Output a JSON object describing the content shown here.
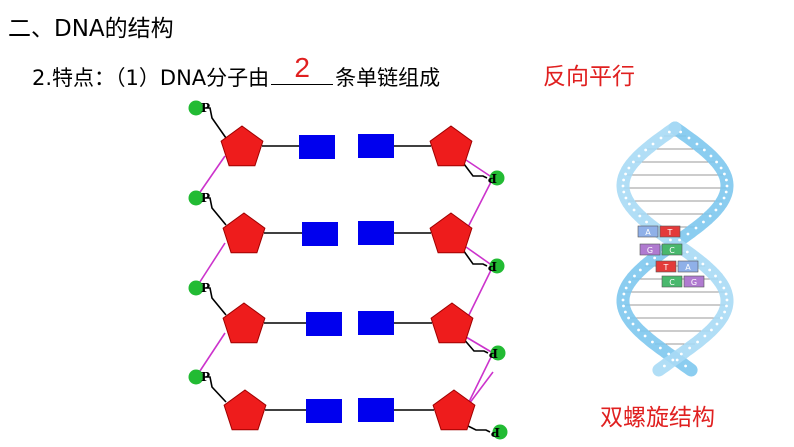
{
  "section": {
    "title": "二、DNA的结构"
  },
  "point": {
    "prefix": "2.特点：（1）DNA分子由",
    "answer": "2",
    "suffix": "条单链组成"
  },
  "annotations": {
    "antiparallel": "反向平行",
    "double_helix": "双螺旋结构"
  },
  "diagram": {
    "phosphate_label": "P",
    "helix_base_pairs": [
      [
        "A",
        "T"
      ],
      [
        "G",
        "C"
      ],
      [
        "T",
        "A"
      ],
      [
        "C",
        "G"
      ]
    ],
    "colors": {
      "phosphate": "#22bb33",
      "sugar": "#ee1c1c",
      "base": "#0000ee",
      "backbone_link": "#cc33cc",
      "helix_strand": "#7ec8ee"
    }
  }
}
